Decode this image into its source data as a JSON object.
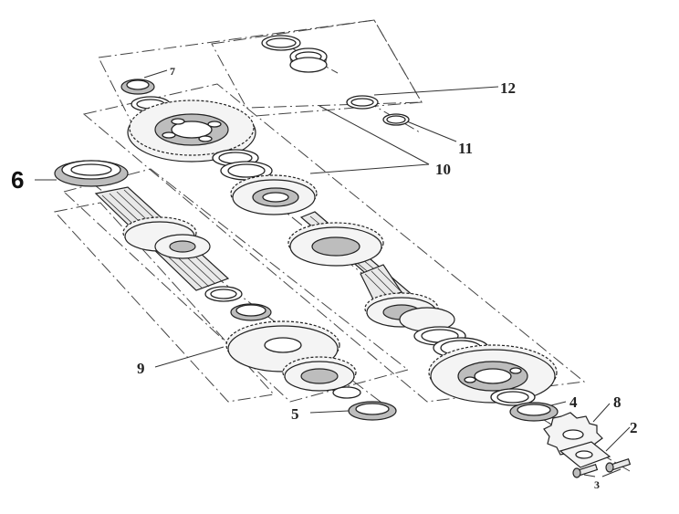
{
  "labels": {
    "p1": "12",
    "p2": "11",
    "p3": "10",
    "p4": "7",
    "p5": "6",
    "p6": "9",
    "p7": "5",
    "p8": "4",
    "p9": "8",
    "p10": "2",
    "p11": "3"
  }
}
